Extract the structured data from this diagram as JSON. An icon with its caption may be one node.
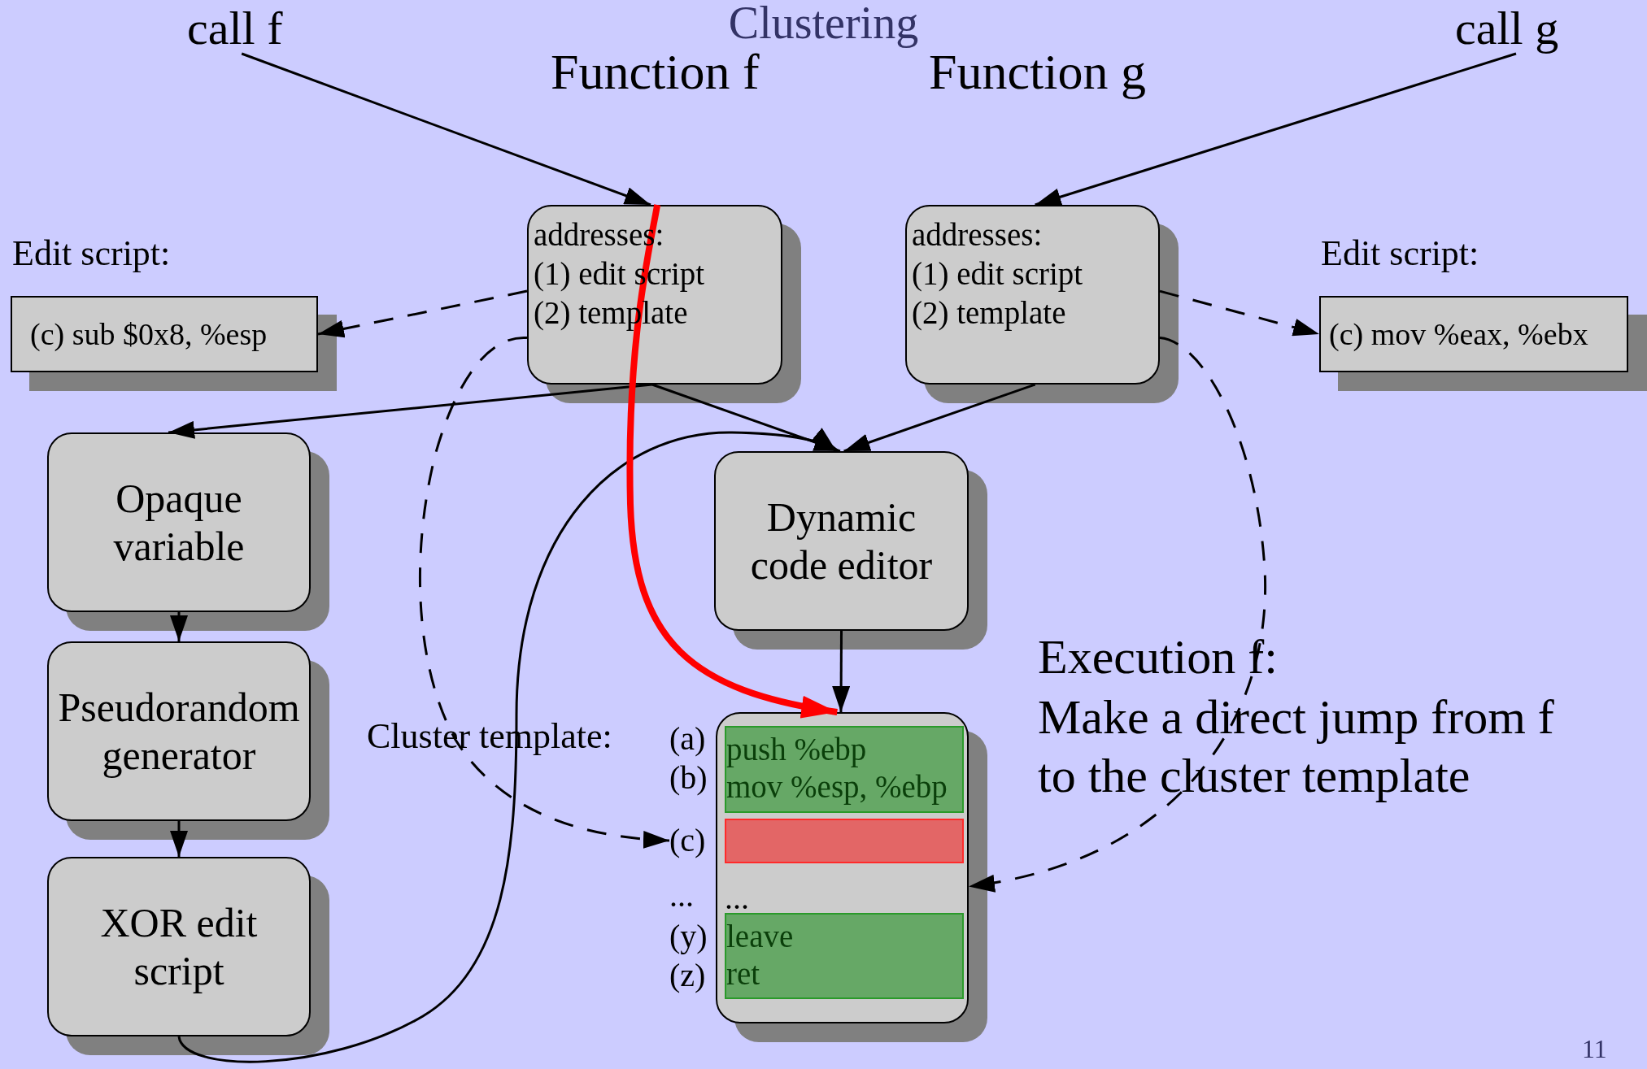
{
  "diagram": {
    "title": "Clustering",
    "nodes": [
      {
        "text": [
          "call f"
        ]
      },
      {
        "text": [
          "call g"
        ]
      },
      {
        "text": [
          "Function f",
          "addresses:",
          "(1) edit script",
          "(2) template"
        ]
      },
      {
        "text": [
          "Function g",
          "addresses:",
          "(1) edit script",
          "(2) template"
        ]
      },
      {
        "text": [
          "Edit script:",
          "(c) sub $0x8, %esp"
        ]
      },
      {
        "text": [
          "Edit script:",
          "(c) mov %eax, %ebx"
        ]
      },
      {
        "text": [
          "Opaque variable"
        ]
      },
      {
        "text": [
          "Pseudorandom generator"
        ]
      },
      {
        "text": [
          "XOR edit script"
        ]
      },
      {
        "text": [
          "Dynamic code editor"
        ]
      },
      {
        "text": [
          "Cluster template:",
          "..."
        ]
      },
      {
        "text": [
          "push %ebp",
          "mov %esp, %ebp"
        ],
        "in": 10
      },
      {
        "text": [],
        "shape": "bar",
        "in": 10
      },
      {
        "text": [
          "leave",
          "ret"
        ],
        "in": 10
      },
      {
        "text": [
          "(c)"
        ]
      }
    ],
    "edges": [
      {
        "from": 0,
        "to": 2,
        "arrow": "to"
      },
      {
        "from": 1,
        "to": 3,
        "arrow": "to"
      },
      {
        "from": 2,
        "to": 4,
        "arrow": "to",
        "style": "dashed"
      },
      {
        "from": 3,
        "to": 5,
        "arrow": "to",
        "style": "dashed"
      },
      {
        "from": 2,
        "to": 6,
        "arrow": "to"
      },
      {
        "from": 2,
        "to": 9,
        "arrow": "to"
      },
      {
        "from": 3,
        "to": 9,
        "arrow": "to"
      },
      {
        "from": 6,
        "to": 7,
        "arrow": "to"
      },
      {
        "from": 7,
        "to": 8,
        "arrow": "to"
      },
      {
        "from": 8,
        "to": 9,
        "arrow": "to"
      },
      {
        "from": 9,
        "to": 10,
        "arrow": "to"
      },
      {
        "from": 2,
        "to": 14,
        "arrow": "to",
        "style": "dashed"
      },
      {
        "from": 3,
        "to": 10,
        "arrow": "to",
        "style": "dashed"
      },
      {
        "from": 2,
        "to": 10,
        "arrow": "to",
        "style": "thick",
        "color": "#ff0000"
      }
    ],
    "labels": [
      "(a)",
      "(b)",
      "...",
      "(y)",
      "(z)",
      "Execution f:",
      "Make a direct jump from f to the cluster template",
      "11"
    ]
  }
}
